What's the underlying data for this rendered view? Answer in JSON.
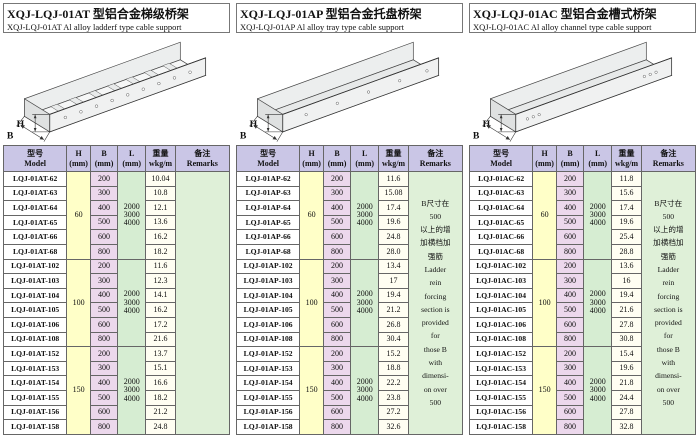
{
  "colors": {
    "header_bg": "#cac6e6",
    "h_col": "#ffffc8",
    "b_col": "#ecd8ec",
    "l_col": "#d6edd2",
    "w_col": "#fffef2",
    "remark_col": "#dff0d8"
  },
  "drawing_labels": {
    "h": "H",
    "b": "B"
  },
  "headers": {
    "model_zh": "型号",
    "model_en": "Model",
    "h_zh": "H",
    "h_en": "(mm)",
    "b_zh": "B",
    "b_en": "(mm)",
    "l_zh": "L",
    "l_en": "(mm)",
    "w_zh": "重量",
    "w_en": "wkg/m",
    "remark_zh": "备注",
    "remark_en": "Remarks"
  },
  "panels": [
    {
      "title_zh": "XQJ-LQJ-01AT 型铝合金梯级桥架",
      "title_en": "XQJ-LQJ-01AT  Al alloy ladderf type cable support",
      "remark": "",
      "groups": [
        {
          "h": "60",
          "l": "2000\n3000\n4000",
          "rows": [
            [
              "LQJ-01AT-62",
              "200",
              "10.04"
            ],
            [
              "LQJ-01AT-63",
              "300",
              "10.8"
            ],
            [
              "LQJ-01AT-64",
              "400",
              "12.1"
            ],
            [
              "LQJ-01AT-65",
              "500",
              "13.6"
            ],
            [
              "LQJ-01AT-66",
              "600",
              "16.2"
            ],
            [
              "LQJ-01AT-68",
              "800",
              "18.2"
            ]
          ]
        },
        {
          "h": "100",
          "l": "2000\n3000\n4000",
          "rows": [
            [
              "LQJ-01AT-102",
              "200",
              "11.6"
            ],
            [
              "LQJ-01AT-103",
              "300",
              "12.3"
            ],
            [
              "LQJ-01AT-104",
              "400",
              "14.1"
            ],
            [
              "LQJ-01AT-105",
              "500",
              "16.2"
            ],
            [
              "LQJ-01AT-106",
              "600",
              "17.2"
            ],
            [
              "LQJ-01AT-108",
              "800",
              "21.6"
            ]
          ]
        },
        {
          "h": "150",
          "l": "2000\n3000\n4000",
          "rows": [
            [
              "LQJ-01AT-152",
              "200",
              "13.7"
            ],
            [
              "LQJ-01AT-153",
              "300",
              "15.1"
            ],
            [
              "LQJ-01AT-154",
              "400",
              "16.6"
            ],
            [
              "LQJ-01AT-155",
              "500",
              "18.2"
            ],
            [
              "LQJ-01AT-156",
              "600",
              "21.2"
            ],
            [
              "LQJ-01AT-158",
              "800",
              "24.8"
            ]
          ]
        }
      ]
    },
    {
      "title_zh": "XQJ-LQJ-01AP 型铝合金托盘桥架",
      "title_en": "XQJ-LQJ-01AP  Al alloy tray type cable support",
      "remark": "B尺寸在\n500\n以上的增\n加横档加\n强筋\nLadder\nrein\nforcing\nsection is\nprovided\nfor\nthose B\nwith\ndimensi-\non over\n500",
      "groups": [
        {
          "h": "60",
          "l": "2000\n3000\n4000",
          "rows": [
            [
              "LQJ-01AP-62",
              "200",
              "11.6"
            ],
            [
              "LQJ-01AP-63",
              "300",
              "15.08"
            ],
            [
              "LQJ-01AP-64",
              "400",
              "17.4"
            ],
            [
              "LQJ-01AP-65",
              "500",
              "19.6"
            ],
            [
              "LQJ-01AP-66",
              "600",
              "24.8"
            ],
            [
              "LQJ-01AP-68",
              "800",
              "28.0"
            ]
          ]
        },
        {
          "h": "100",
          "l": "2000\n3000\n4000",
          "rows": [
            [
              "LQJ-01AP-102",
              "200",
              "13.4"
            ],
            [
              "LQJ-01AP-103",
              "300",
              "17"
            ],
            [
              "LQJ-01AP-104",
              "400",
              "19.4"
            ],
            [
              "LQJ-01AP-105",
              "500",
              "21.2"
            ],
            [
              "LQJ-01AP-106",
              "600",
              "26.8"
            ],
            [
              "LQJ-01AP-108",
              "800",
              "30.4"
            ]
          ]
        },
        {
          "h": "150",
          "l": "2000\n3000\n4000",
          "rows": [
            [
              "LQJ-01AP-152",
              "200",
              "15.2"
            ],
            [
              "LQJ-01AP-153",
              "300",
              "18.8"
            ],
            [
              "LQJ-01AP-154",
              "400",
              "22.2"
            ],
            [
              "LQJ-01AP-155",
              "500",
              "23.8"
            ],
            [
              "LQJ-01AP-156",
              "600",
              "27.2"
            ],
            [
              "LQJ-01AP-158",
              "800",
              "32.6"
            ]
          ]
        }
      ]
    },
    {
      "title_zh": "XQJ-LQJ-01AC 型铝合金槽式桥架",
      "title_en": "XQJ-LQJ-01AC  Al alloy channel type cable support",
      "remark": "B尺寸在\n500\n以上的增\n加横档加\n强筋\nLadder\nrein\nforcing\nsection is\nprovided\nfor\nthose B\nwith\ndimensi-\non over\n500",
      "groups": [
        {
          "h": "60",
          "l": "2000\n3000\n4000",
          "rows": [
            [
              "LQJ-01AC-62",
              "200",
              "11.8"
            ],
            [
              "LQJ-01AC-63",
              "300",
              "15.6"
            ],
            [
              "LQJ-01AC-64",
              "400",
              "17.4"
            ],
            [
              "LQJ-01AC-65",
              "500",
              "19.6"
            ],
            [
              "LQJ-01AC-66",
              "600",
              "25.4"
            ],
            [
              "LQJ-01AC-68",
              "800",
              "28.8"
            ]
          ]
        },
        {
          "h": "100",
          "l": "2000\n3000\n4000",
          "rows": [
            [
              "LQJ-01AC-102",
              "200",
              "13.6"
            ],
            [
              "LQJ-01AC-103",
              "300",
              "16"
            ],
            [
              "LQJ-01AC-104",
              "400",
              "19.4"
            ],
            [
              "LQJ-01AC-105",
              "500",
              "21.6"
            ],
            [
              "LQJ-01AC-106",
              "600",
              "27.8"
            ],
            [
              "LQJ-01AC-108",
              "800",
              "30.8"
            ]
          ]
        },
        {
          "h": "150",
          "l": "2000\n3000\n4000",
          "rows": [
            [
              "LQJ-01AC-152",
              "200",
              "15.4"
            ],
            [
              "LQJ-01AC-153",
              "300",
              "19.6"
            ],
            [
              "LQJ-01AC-154",
              "400",
              "21.8"
            ],
            [
              "LQJ-01AC-155",
              "500",
              "24.4"
            ],
            [
              "LQJ-01AC-156",
              "600",
              "27.8"
            ],
            [
              "LQJ-01AC-158",
              "800",
              "32.8"
            ]
          ]
        }
      ]
    }
  ]
}
